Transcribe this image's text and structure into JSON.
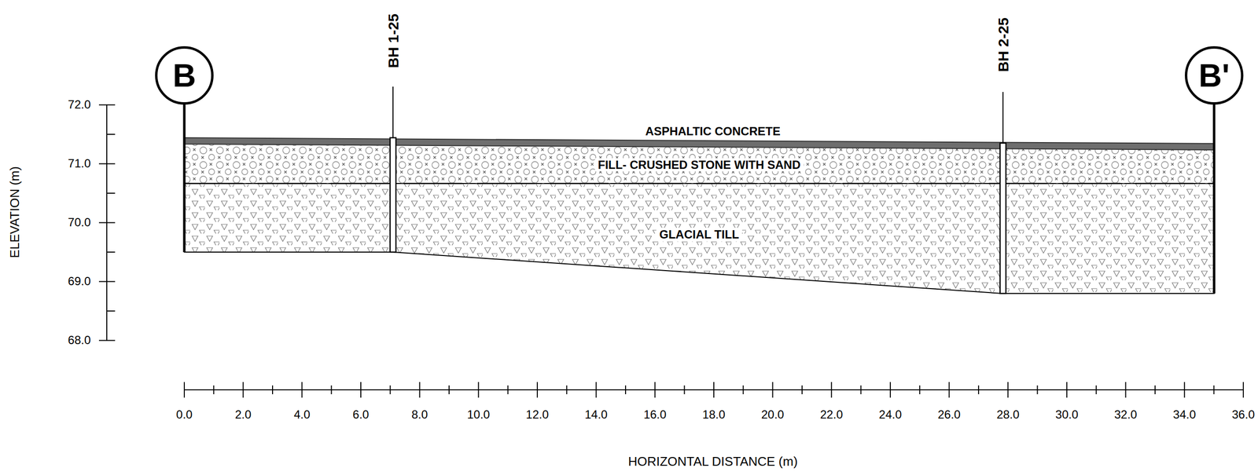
{
  "diagram": {
    "nodes": [
      {
        "text": [
          "B"
        ]
      },
      {
        "text": [
          "FILL- CRUSHED STONE WITH SAND"
        ]
      },
      {
        "text": [
          "GLACIAL TILL"
        ]
      },
      {
        "text": [
          "B'"
        ]
      }
    ],
    "labels": [
      "ASPHALTIC CONCRETE",
      "BH 1-25",
      "BH 2-25",
      "72.0",
      "71.0",
      "70.0",
      "69.0",
      "68.0",
      "ELEVATION (m)",
      "0.0",
      "2.0",
      "4.0",
      "6.0",
      "8.0",
      "10.0",
      "12.0",
      "14.0",
      "16.0",
      "18.0",
      "20.0",
      "22.0",
      "24.0",
      "26.0",
      "28.0",
      "30.0",
      "32.0",
      "34.0",
      "36.0",
      "HORIZONTAL DISTANCE (m)"
    ]
  }
}
